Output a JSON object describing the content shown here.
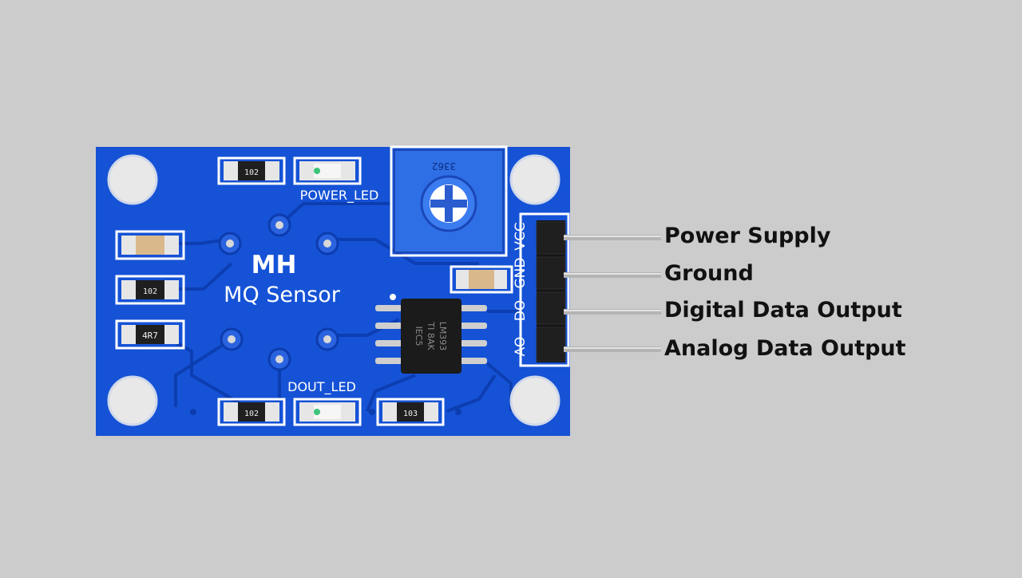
{
  "board": {
    "brand": "MH",
    "model": "MQ Sensor",
    "power_led_label": "POWER_LED",
    "dout_led_label": "DOUT_LED",
    "pot_marking": "3362",
    "ic_marking": [
      "LM393",
      "TI 8AK",
      "IEC5"
    ],
    "resistors": [
      "102",
      "102",
      "4R7",
      "102",
      "103"
    ],
    "pin_names": [
      "VCC",
      "GND",
      "DO",
      "AO"
    ]
  },
  "pins": [
    {
      "label": "Power Supply"
    },
    {
      "label": "Ground"
    },
    {
      "label": "Digital Data Output"
    },
    {
      "label": "Analog Data Output"
    }
  ],
  "colors": {
    "background": "#cccccc",
    "pcb": "#1552d6",
    "pcb_trace": "#0c3cae",
    "silkscreen": "#ffffff",
    "potentiometer": "#2f6fe6",
    "pin_metal": "#b4b4b4"
  }
}
